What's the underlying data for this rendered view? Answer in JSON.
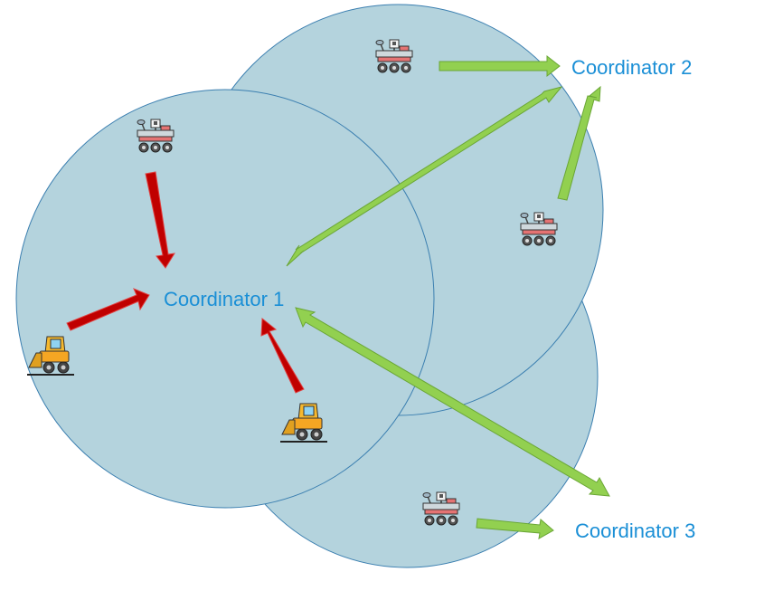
{
  "labels": {
    "coordinator_1": "Coordinator 1",
    "coordinator_2": "Coordinator 2",
    "coordinator_3": "Coordinator 3"
  },
  "colors": {
    "region_fill": "#b4d3dd",
    "region_stroke": "#3b7fb0",
    "label_text": "#1a8fd6",
    "local_arrow": "#c00000",
    "link_arrow": "#92d050"
  },
  "vehicles": {
    "rover": "mars-rover-icon",
    "bulldozer": "bulldozer-icon"
  }
}
